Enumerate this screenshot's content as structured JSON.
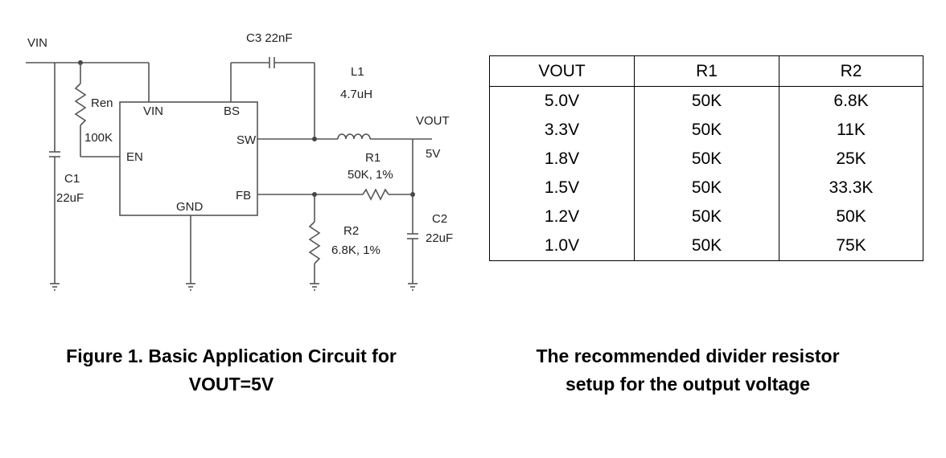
{
  "schematic": {
    "vin_label": "VIN",
    "c3_label": "C3  22nF",
    "l1_name": "L1",
    "l1_value": "4.7uH",
    "ren_name": "Ren",
    "ren_value": "100K",
    "c1_name": "C1",
    "c1_value": "22uF",
    "pin_vin": "VIN",
    "pin_bs": "BS",
    "pin_sw": "SW",
    "pin_en": "EN",
    "pin_fb": "FB",
    "pin_gnd": "GND",
    "vout_label": "VOUT",
    "vout_value": "5V",
    "r1_name": "R1",
    "r1_value": "50K, 1%",
    "r2_name": "R2",
    "r2_value": "6.8K, 1%",
    "c2_name": "C2",
    "c2_value": "22uF"
  },
  "table": {
    "headers": [
      "VOUT",
      "R1",
      "R2"
    ],
    "rows": [
      [
        "5.0V",
        "50K",
        "6.8K"
      ],
      [
        "3.3V",
        "50K",
        "11K"
      ],
      [
        "1.8V",
        "50K",
        "25K"
      ],
      [
        "1.5V",
        "50K",
        "33.3K"
      ],
      [
        "1.2V",
        "50K",
        "50K"
      ],
      [
        "1.0V",
        "50K",
        "75K"
      ]
    ]
  },
  "captions": {
    "figure_line1": "Figure 1. Basic Application Circuit for",
    "figure_line2": "VOUT=5V",
    "table_line1": "The recommended divider resistor",
    "table_line2": "setup for the output voltage"
  }
}
